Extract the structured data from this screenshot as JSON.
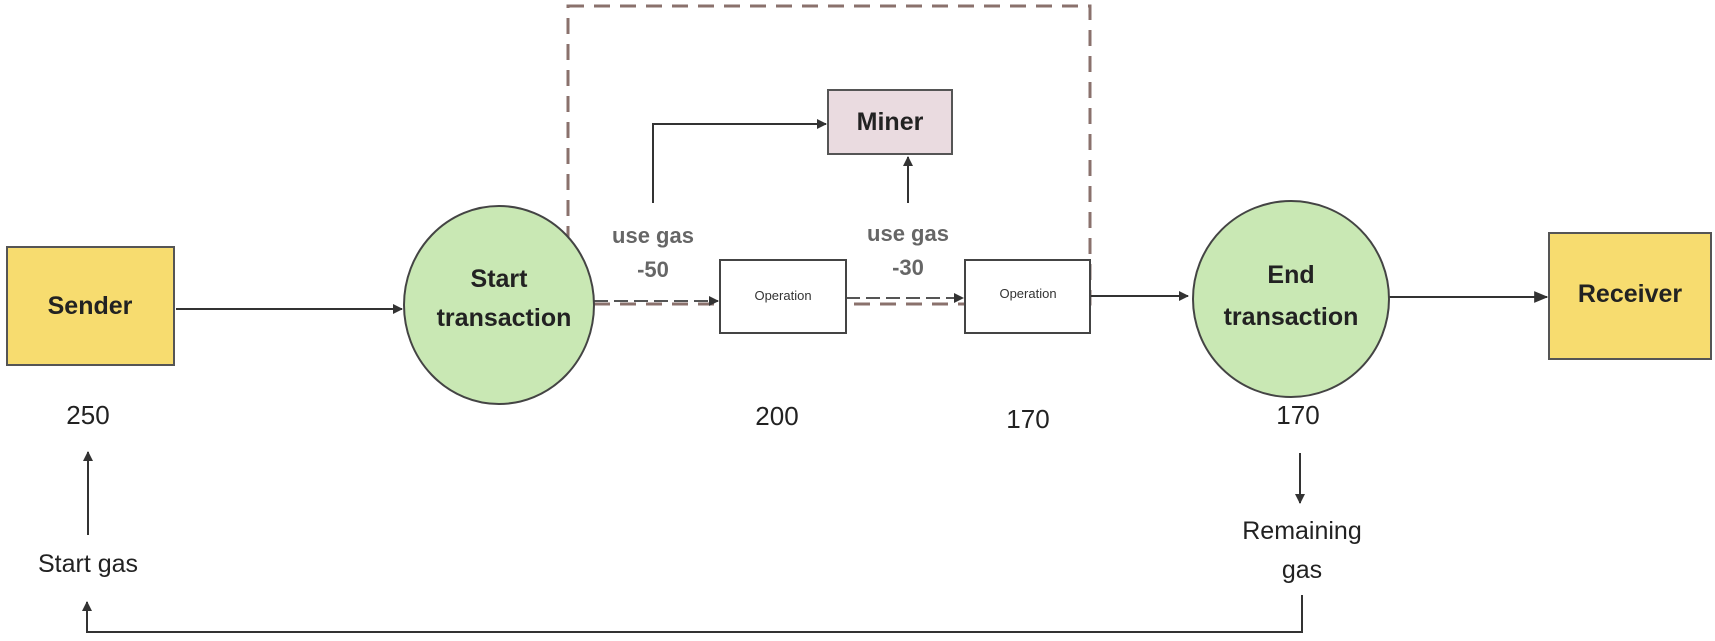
{
  "nodes": {
    "sender": {
      "label": "Sender",
      "fill": "#f7dc6f"
    },
    "start": {
      "line1": "Start",
      "line2": "transaction",
      "fill": "#c9e8b4"
    },
    "op1": {
      "label": "Operation"
    },
    "op2": {
      "label": "Operation"
    },
    "end": {
      "line1": "End",
      "line2": "transaction",
      "fill": "#c9e8b4"
    },
    "receiver": {
      "label": "Receiver",
      "fill": "#f7dc6f"
    },
    "miner": {
      "label": "Miner",
      "fill": "#eadbe0"
    }
  },
  "gas_labels": {
    "use1_line1": "use gas",
    "use1_line2": "-50",
    "use2_line1": "use gas",
    "use2_line2": "-30"
  },
  "values": {
    "sender": "250",
    "op1": "200",
    "op2": "170",
    "end": "170"
  },
  "annotations": {
    "start_gas": "Start gas",
    "remaining_line1": "Remaining",
    "remaining_line2": "gas"
  },
  "colors": {
    "line": "#333333",
    "dashed_box": "#8a716c"
  }
}
